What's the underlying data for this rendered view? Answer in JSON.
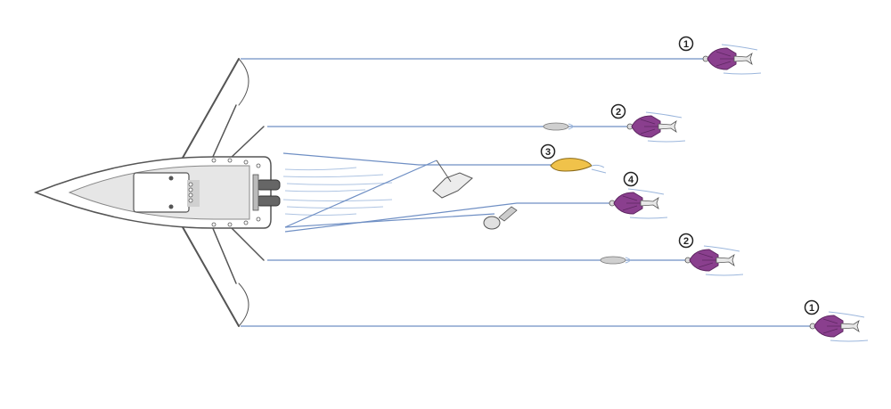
{
  "diagram": {
    "colors": {
      "line": "#6f8fc4",
      "hull_outline": "#555555",
      "hull_fill": "#ffffff",
      "deck": "#e6e6e6",
      "lure_purple": "#8a3f8e",
      "lure_purple_dark": "#5e2762",
      "teaser": "#cfcfcf",
      "yellow_lure": "#f0c24a",
      "wake": "#9bb6dc"
    },
    "labels": [
      "1",
      "2",
      "3",
      "4",
      "2",
      "1"
    ]
  }
}
